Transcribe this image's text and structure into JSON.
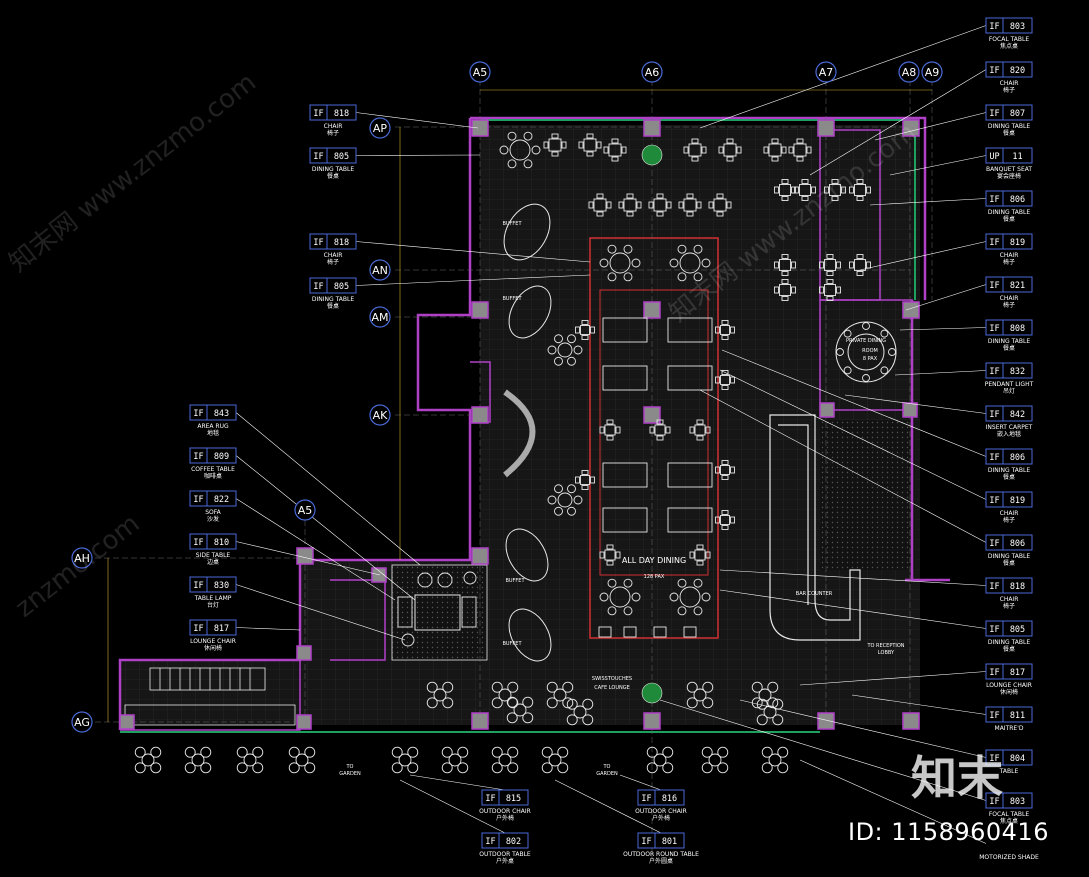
{
  "colors": {
    "background": "#000000",
    "wall": "#b040c8",
    "column": "#8a8a8a",
    "furniture": "#e8e8e8",
    "accent_red": "#d03030",
    "window": "#20a060",
    "leader": "#ffffff",
    "dim": "#d0b030"
  },
  "grid_bubbles": {
    "top": [
      "A5",
      "A6",
      "A7",
      "A8",
      "A9"
    ],
    "left": [
      "AP",
      "AN",
      "AM",
      "AK",
      "AH",
      "AG"
    ],
    "inner_a5": "A5"
  },
  "tags_left": [
    {
      "prefix": "IF",
      "code": "818",
      "name": "CHAIR",
      "cn": "椅子"
    },
    {
      "prefix": "IF",
      "code": "805",
      "name": "DINING TABLE",
      "cn": "餐桌"
    },
    {
      "prefix": "IF",
      "code": "818",
      "name": "CHAIR",
      "cn": "椅子"
    },
    {
      "prefix": "IF",
      "code": "805",
      "name": "DINING TABLE",
      "cn": "餐桌"
    },
    {
      "prefix": "IF",
      "code": "843",
      "name": "AREA RUG",
      "cn": "地毯"
    },
    {
      "prefix": "IF",
      "code": "809",
      "name": "COFFEE TABLE",
      "cn": "咖啡桌"
    },
    {
      "prefix": "IF",
      "code": "822",
      "name": "SOFA",
      "cn": "沙发"
    },
    {
      "prefix": "IF",
      "code": "810",
      "name": "SIDE TABLE",
      "cn": "边桌"
    },
    {
      "prefix": "IF",
      "code": "830",
      "name": "TABLE LAMP",
      "cn": "台灯"
    },
    {
      "prefix": "IF",
      "code": "817",
      "name": "LOUNGE CHAIR",
      "cn": "休闲椅"
    }
  ],
  "tags_right": [
    {
      "prefix": "IF",
      "code": "803",
      "name": "FOCAL TABLE",
      "cn": "焦点桌"
    },
    {
      "prefix": "IF",
      "code": "820",
      "name": "CHAIR",
      "cn": "椅子"
    },
    {
      "prefix": "IF",
      "code": "807",
      "name": "DINING TABLE",
      "cn": "餐桌"
    },
    {
      "prefix": "UP",
      "code": "11",
      "name": "BANQUET SEAT",
      "cn": "宴会座椅"
    },
    {
      "prefix": "IF",
      "code": "806",
      "name": "DINING TABLE",
      "cn": "餐桌"
    },
    {
      "prefix": "IF",
      "code": "819",
      "name": "CHAIR",
      "cn": "椅子"
    },
    {
      "prefix": "IF",
      "code": "821",
      "name": "CHAIR",
      "cn": "椅子"
    },
    {
      "prefix": "IF",
      "code": "808",
      "name": "DINING TABLE",
      "cn": "餐桌"
    },
    {
      "prefix": "IF",
      "code": "832",
      "name": "PENDANT LIGHT",
      "cn": "吊灯"
    },
    {
      "prefix": "IF",
      "code": "842",
      "name": "INSERT CARPET",
      "cn": "嵌入地毯"
    },
    {
      "prefix": "IF",
      "code": "806",
      "name": "DINING TABLE",
      "cn": "餐桌"
    },
    {
      "prefix": "IF",
      "code": "819",
      "name": "CHAIR",
      "cn": "椅子"
    },
    {
      "prefix": "IF",
      "code": "806",
      "name": "DINING TABLE",
      "cn": "餐桌"
    },
    {
      "prefix": "IF",
      "code": "818",
      "name": "CHAIR",
      "cn": "椅子"
    },
    {
      "prefix": "IF",
      "code": "805",
      "name": "DINING TABLE",
      "cn": "餐桌"
    },
    {
      "prefix": "IF",
      "code": "817",
      "name": "LOUNGE CHAIR",
      "cn": "休闲椅"
    },
    {
      "prefix": "IF",
      "code": "811",
      "name": "MAITRE'D",
      "cn": ""
    },
    {
      "prefix": "IF",
      "code": "804",
      "name": "TABLE",
      "cn": ""
    },
    {
      "prefix": "IF",
      "code": "803",
      "name": "FOCAL TABLE",
      "cn": "焦点桌"
    },
    {
      "prefix": "",
      "code": "",
      "name": "MOTORIZED SHADE",
      "cn": ""
    }
  ],
  "tags_bottom": [
    {
      "prefix": "IF",
      "code": "815",
      "name": "OUTDOOR CHAIR",
      "cn": "户外椅"
    },
    {
      "prefix": "IF",
      "code": "816",
      "name": "OUTDOOR CHAIR",
      "cn": "户外椅"
    },
    {
      "prefix": "IF",
      "code": "802",
      "name": "OUTDOOR TABLE",
      "cn": "户外桌"
    },
    {
      "prefix": "IF",
      "code": "801",
      "name": "OUTDOOR ROUND TABLE",
      "cn": "户外圆桌"
    }
  ],
  "rooms": {
    "all_day_dining": "ALL DAY DINING",
    "all_day_pax": "128 PAX",
    "private_dining_1": "PRIVATE DINING",
    "private_dining_2": "ROOM",
    "private_dining_3": "8 PAX",
    "cafe_1": "SWISSTOUCHES",
    "cafe_2": "CAFE LOUNGE",
    "bar": "BAR COUNTER",
    "to_reception_1": "TO RECEPTION",
    "to_reception_2": "LOBBY",
    "to_garden_1": "TO",
    "to_garden_2": "GARDEN",
    "buffet_1": "BUFFET",
    "buffet_2": "BUFFET",
    "buffet_3": "BUFFET",
    "buffet_4": "BUFFET"
  },
  "watermarks": {
    "site_1": "知末网 www.znzmo.com",
    "site_2": "znzmo.com",
    "brand": "知末",
    "id": "ID: 1158960416"
  }
}
